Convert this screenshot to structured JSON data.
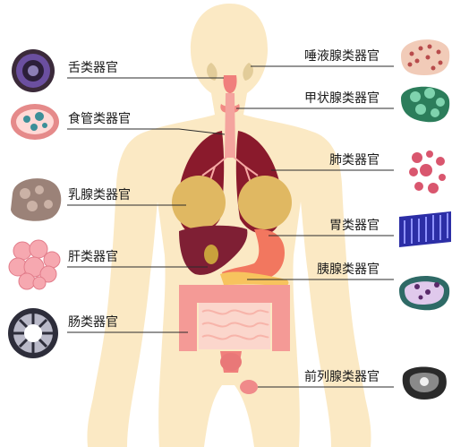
{
  "labels": {
    "tongue": "舌类器官",
    "esophagus": "食管类器官",
    "mammary": "乳腺类器官",
    "liver": "肝类器官",
    "intestine": "肠类器官",
    "salivary": "唾液腺类器官",
    "thyroid": "甲状腺类器官",
    "lung": "肺类器官",
    "stomach": "胃类器官",
    "pancreas": "胰腺类器官",
    "prostate": "前列腺类器官"
  },
  "colors": {
    "body": "#fbe9c4",
    "lung": "#8a1a2c",
    "liver": "#7f1f34",
    "breast": "#e0b862",
    "intestine": "#f49a96",
    "stomach": "#f2775f",
    "pancreas": "#f7c35e",
    "prostate": "#f08a8a"
  }
}
